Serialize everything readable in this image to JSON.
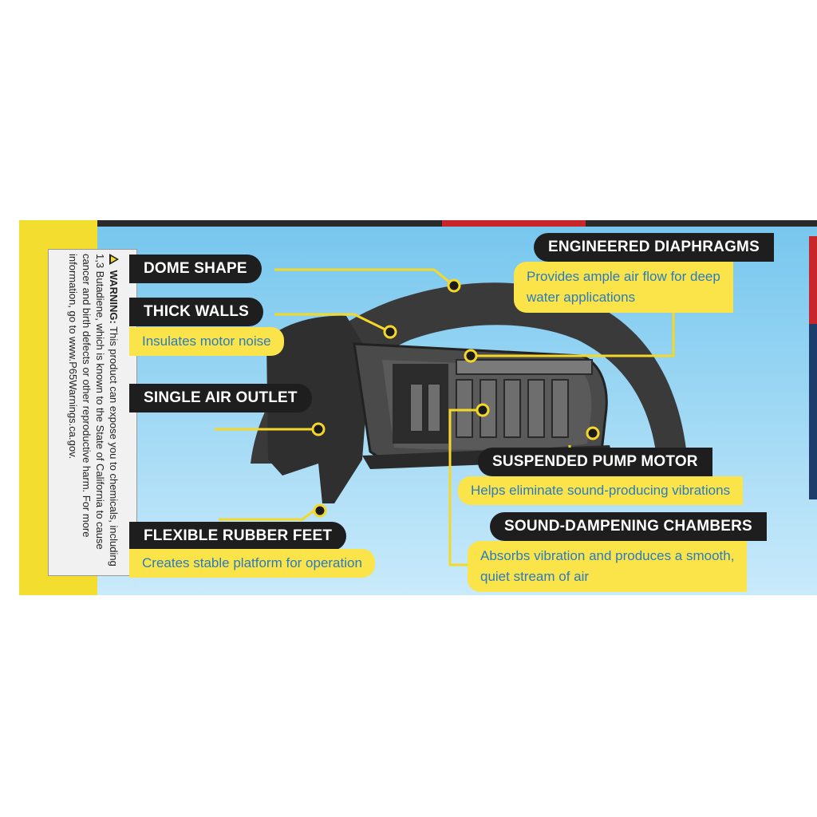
{
  "warning": {
    "title": "WARNING:",
    "text": "This product can expose you to chemicals, including 1,3 Butadiene, which is known to the State of California to cause cancer and birth defects or other reproductive harm. For more information, go to www.P65Warnings.ca.gov."
  },
  "features": {
    "dome_shape": {
      "title": "DOME SHAPE"
    },
    "thick_walls": {
      "title": "THICK WALLS",
      "description": "Insulates motor noise"
    },
    "single_air_outlet": {
      "title": "SINGLE AIR OUTLET"
    },
    "flexible_rubber_feet": {
      "title": "FLEXIBLE RUBBER FEET",
      "description": "Creates stable platform for operation"
    },
    "engineered_diaphragms": {
      "title": "ENGINEERED DIAPHRAGMS",
      "description_line1": "Provides ample air flow for deep",
      "description_line2": "water applications"
    },
    "suspended_pump_motor": {
      "title": "SUSPENDED PUMP MOTOR",
      "description": "Helps eliminate sound-producing vibrations"
    },
    "sound_dampening_chambers": {
      "title": "SOUND-DAMPENING CHAMBERS",
      "description_line1": "Absorbs vibration and produces a smooth,",
      "description_line2": "quiet stream of air"
    }
  },
  "colors": {
    "label_bg": "#1e1e1e",
    "desc_bg": "#fbe34a",
    "desc_text": "#2a7bbf",
    "sky": "#9ad6f3"
  }
}
